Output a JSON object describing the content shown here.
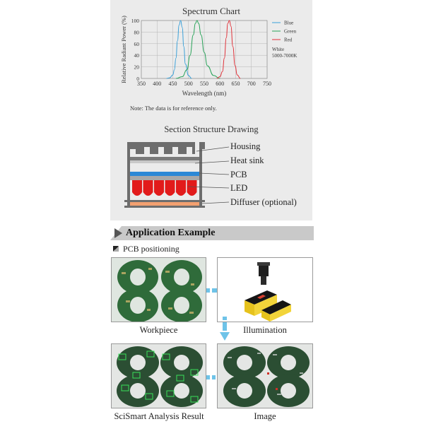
{
  "spectrum": {
    "chart_data": {
      "type": "line",
      "title": "Spectrum Chart",
      "xlabel": "Wavelength (nm)",
      "ylabel": "Relative Radiant Power (%)",
      "xlim": [
        350,
        750
      ],
      "ylim": [
        0,
        100
      ],
      "xticks": [
        "350",
        "400",
        "450",
        "500",
        "550",
        "600",
        "650",
        "700",
        "750"
      ],
      "yticks": [
        "0",
        "20",
        "40",
        "60",
        "80",
        "100"
      ],
      "grid": true,
      "legend_position": "right",
      "series": [
        {
          "name": "Blue",
          "color": "#3aa0d8",
          "x": [
            430,
            440,
            450,
            455,
            460,
            465,
            470,
            475,
            480,
            485,
            490,
            500,
            510
          ],
          "y": [
            0,
            1,
            6,
            15,
            35,
            65,
            92,
            100,
            88,
            55,
            25,
            5,
            0
          ]
        },
        {
          "name": "Green",
          "color": "#2aa35a",
          "x": [
            460,
            480,
            495,
            505,
            515,
            522,
            527,
            532,
            540,
            550,
            560,
            580,
            600
          ],
          "y": [
            0,
            3,
            15,
            40,
            75,
            95,
            100,
            95,
            75,
            45,
            22,
            5,
            0
          ]
        },
        {
          "name": "Red",
          "color": "#e0323a",
          "x": [
            590,
            600,
            608,
            614,
            620,
            625,
            630,
            635,
            641,
            648,
            655,
            665
          ],
          "y": [
            0,
            3,
            12,
            35,
            70,
            95,
            100,
            90,
            55,
            22,
            6,
            0
          ]
        }
      ],
      "legend_note": "White 5000-7000K"
    },
    "note": "Note: The data is for reference only."
  },
  "section": {
    "title": "Section Structure Drawing",
    "labels": [
      "Housing",
      "Heat sink",
      "PCB",
      "LED",
      "Diffuser (optional)"
    ],
    "colors": {
      "pcb": "#2b88d6",
      "led": "#e21b1b",
      "diffuser": "#f2a070",
      "housing": "#666666"
    }
  },
  "application": {
    "title": "Application Example",
    "subheading": "PCB positioning",
    "images": {
      "workpiece": "Workpiece",
      "illumination": "Illumination",
      "image": "Image",
      "result": "SciSmart Analysis Result"
    },
    "arrow_color": "#6ec3e8"
  }
}
